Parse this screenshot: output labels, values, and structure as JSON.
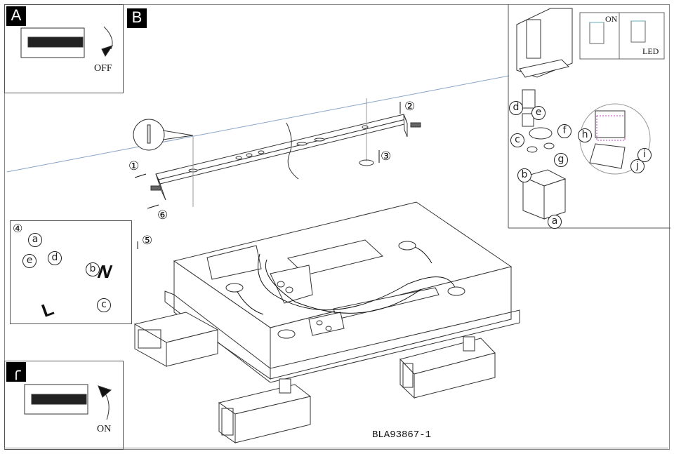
{
  "document": {
    "model_code": "BLA93867-1"
  },
  "panels": {
    "A": {
      "label": "A",
      "switch_state": "OFF",
      "icon": "breaker-switch-off"
    },
    "B": {
      "label": "B"
    },
    "C": {
      "label": "╭",
      "switch_state": "ON",
      "icon": "breaker-switch-on"
    },
    "detail": {
      "switch_on_label": "ON",
      "led_label": "LED",
      "parts": [
        "a",
        "b",
        "c",
        "d",
        "e",
        "f",
        "g",
        "h",
        "i",
        "j"
      ]
    },
    "wiring_step": {
      "step": "④",
      "labels": [
        "a",
        "b",
        "c",
        "d",
        "e"
      ],
      "wire_marks": [
        "N",
        "L"
      ]
    }
  },
  "steps": [
    "①",
    "②",
    "③",
    "④",
    "⑤",
    "⑥"
  ]
}
